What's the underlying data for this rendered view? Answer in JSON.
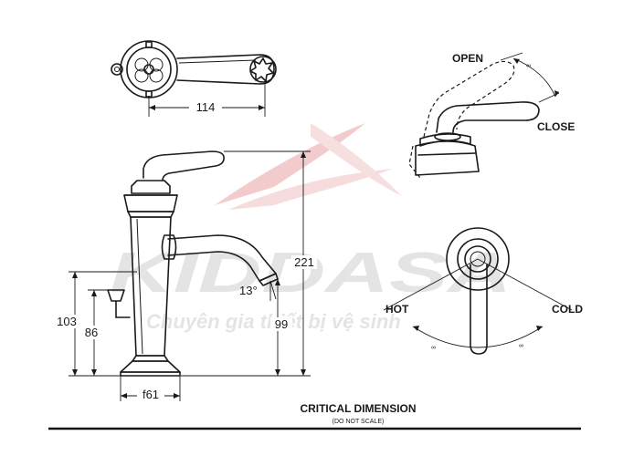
{
  "watermark": {
    "brand": "KIDDASA",
    "tagline": "Chuyên gia thiết bị vệ sinh",
    "color": "#d9d9d9",
    "accent": "#e03a3a"
  },
  "dimensions": {
    "handle_width": "114",
    "height_total": "221",
    "height_base": "103",
    "height_inner": "86",
    "height_spout": "99",
    "spout_angle": "13°",
    "base_diameter": "f61"
  },
  "operation": {
    "open": "OPEN",
    "close": "CLOSE",
    "hot": "HOT",
    "cold": "COLD"
  },
  "footer": {
    "title": "CRITICAL DIMENSION",
    "subtitle": "(DO NOT SCALE)"
  }
}
